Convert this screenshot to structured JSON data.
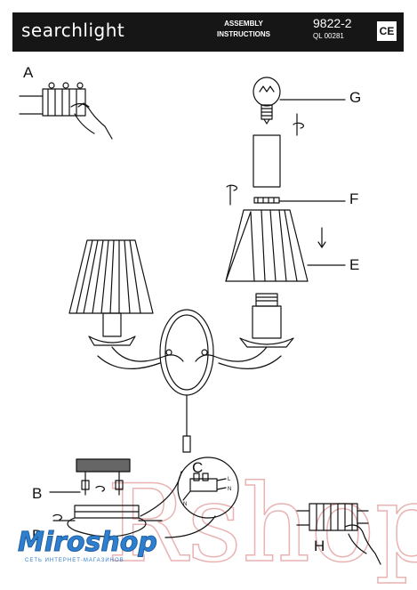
{
  "header": {
    "brand": "searchlight",
    "doc_type_line1": "ASSEMBLY",
    "doc_type_line2": "INSTRUCTIONS",
    "product_code": "9822-2",
    "ql_code": "QL 00281",
    "ce_mark": "CE"
  },
  "labels": {
    "a": "A",
    "b": "B",
    "c": "C",
    "d": "D",
    "e": "E",
    "f": "F",
    "g": "G",
    "h": "H"
  },
  "terminal_labels": {
    "l": "L",
    "n": "N"
  },
  "watermark": {
    "brand": "Miroshop",
    "tagline": "СЕТЬ ИНТЕРНЕТ-МАГАЗИНОВ",
    "bg_text": "Rshop"
  },
  "colors": {
    "header_bg": "#161616",
    "watermark_blue": "#2f7fd1",
    "watermark_pink": "#e9b3b3"
  }
}
